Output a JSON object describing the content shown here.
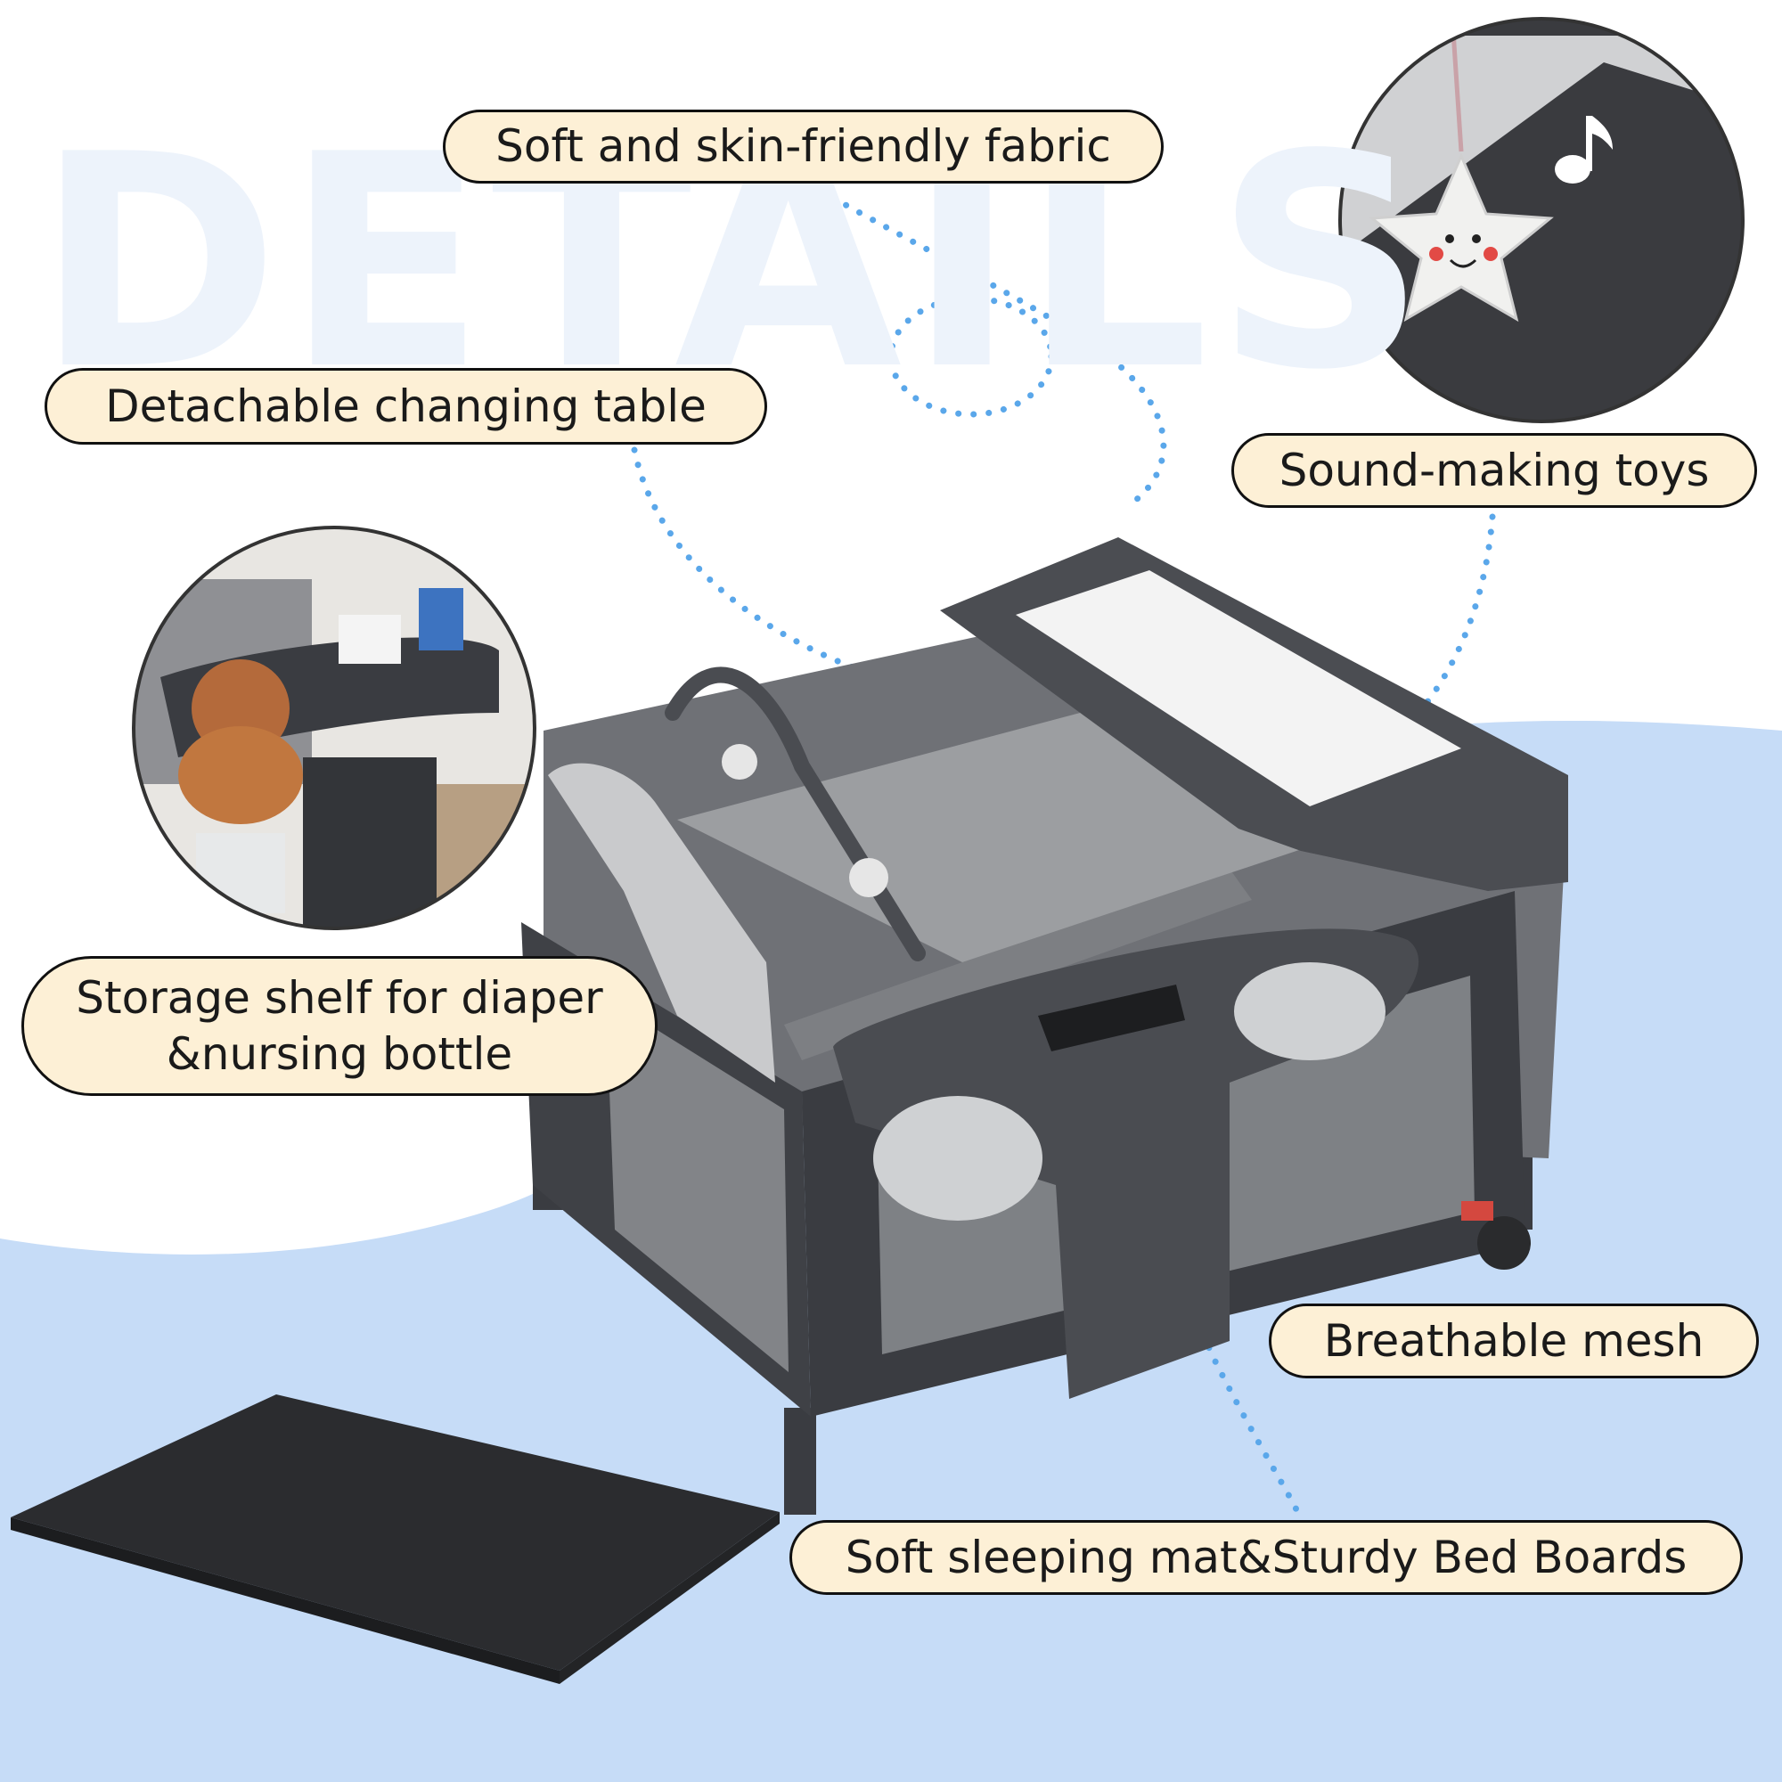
{
  "watermark": "DETAILS",
  "callouts": {
    "fabric": "Soft and skin-friendly fabric",
    "changing_table": "Detachable changing table",
    "toys": "Sound-making toys",
    "storage_line1": "Storage shelf for diaper",
    "storage_line2": "&nursing bottle",
    "mesh": "Breathable mesh",
    "mat": "Soft sleeping mat&Sturdy Bed Boards"
  },
  "colors": {
    "background_blue": "#c6dcf7",
    "callout_fill": "#fdf0d6",
    "callout_border": "#111111",
    "dotted_line": "#5aa7ea",
    "product_dark": "#3a3c41",
    "product_gray": "#8b8d90",
    "watermark": "#edf3fb"
  }
}
